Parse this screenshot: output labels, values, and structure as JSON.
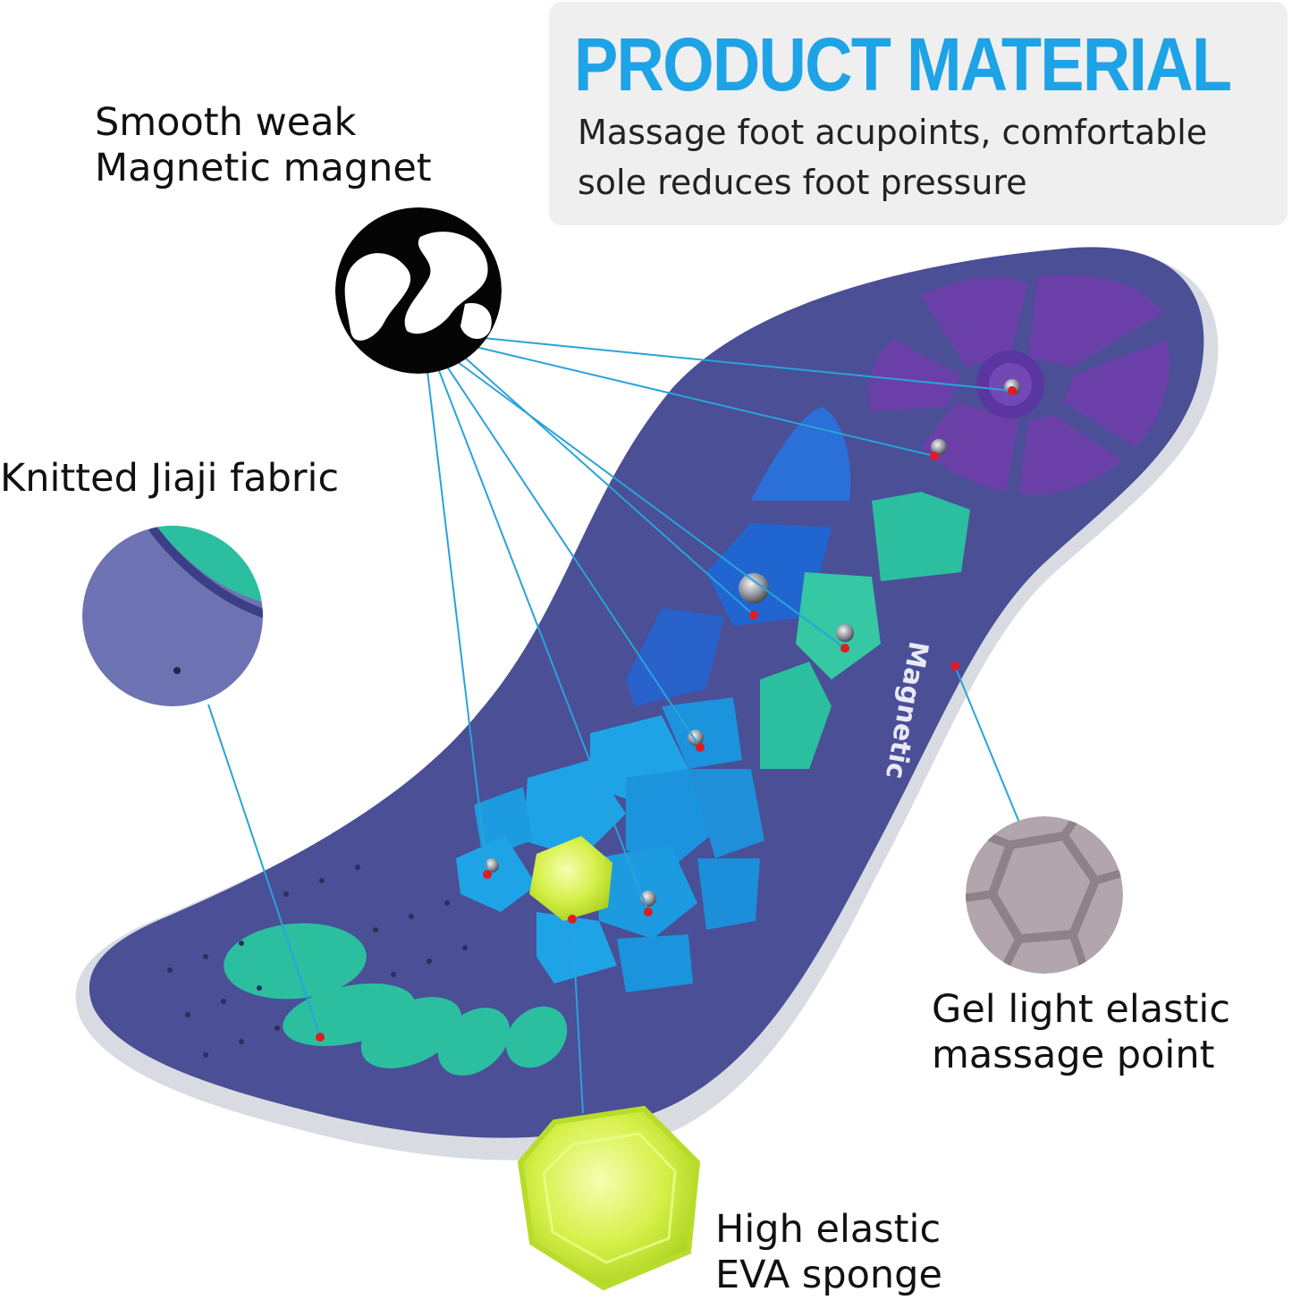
{
  "banner": {
    "title": "PRODUCT MATERIAL",
    "subtitle_line1": "Massage foot acupoints, comfortable",
    "subtitle_line2": "sole reduces foot pressure"
  },
  "callouts": {
    "magnet": {
      "line1": "Smooth weak",
      "line2": "Magnetic magnet"
    },
    "fabric": {
      "line1": "Knitted Jiaji fabric"
    },
    "gel": {
      "line1": "Gel light elastic",
      "line2": "massage point"
    },
    "eva": {
      "line1": "High elastic",
      "line2": "EVA sponge"
    }
  },
  "insole_print": "Magnetic",
  "colors": {
    "accent_title": "#1da3e6",
    "insole_base": "#4a4f96",
    "heel_pads": "#6b3fa8",
    "blue_pads": "#1f6fd6",
    "light_blue_pads": "#1ea4e6",
    "teal_pads": "#2bbfa0",
    "eva_gel": "#c9ec2e",
    "callout_line": "#29a3d9",
    "marker_dot": "#e01b24"
  }
}
